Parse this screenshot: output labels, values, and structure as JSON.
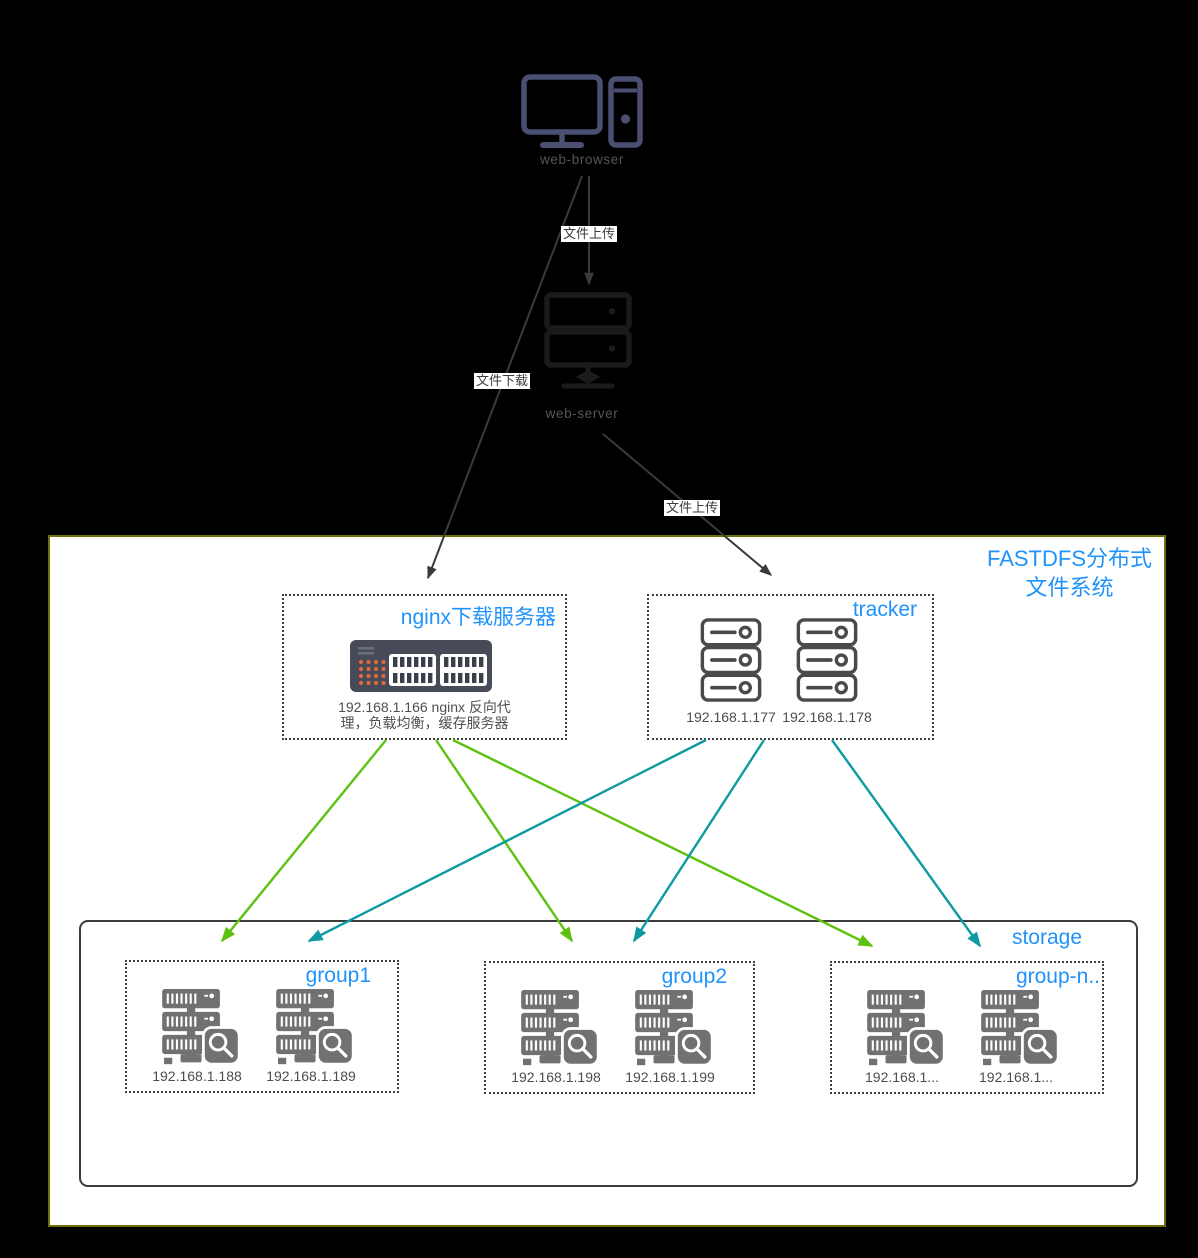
{
  "colors": {
    "background": "#000000",
    "panel_bg": "#ffffff",
    "panel_border": "#6e6e0a",
    "accent_blue": "#1f93fb",
    "arrow_dark": "#3a3a3a",
    "arrow_green": "#5cc20f",
    "arrow_teal": "#0d9aa0",
    "icon_slate": "#4b4f72",
    "server_gray": "#717171",
    "switch_body": "#474b58",
    "switch_dots": "#e0683c"
  },
  "nodes": {
    "web_browser": {
      "label": "web-browser"
    },
    "web_server": {
      "label": "web-server"
    }
  },
  "edges": {
    "upload_browser_label": "文件上传",
    "download_label": "文件下载",
    "upload_server_label": "文件上传"
  },
  "system": {
    "title_line1": "FASTDFS分布式",
    "title_line2": "文件系统"
  },
  "nginx": {
    "title": "nginx下载服务器",
    "caption": "192.168.1.166 nginx 反向代理，负载均衡，缓存服务器"
  },
  "tracker": {
    "title": "tracker",
    "servers": [
      {
        "ip": "192.168.1.177"
      },
      {
        "ip": "192.168.1.178"
      }
    ]
  },
  "storage": {
    "title": "storage",
    "groups": [
      {
        "name": "group1",
        "servers": [
          {
            "ip": "192.168.1.188"
          },
          {
            "ip": "192.168.1.189"
          }
        ]
      },
      {
        "name": "group2",
        "servers": [
          {
            "ip": "192.168.1.198"
          },
          {
            "ip": "192.168.1.199"
          }
        ]
      },
      {
        "name": "group-n..",
        "servers": [
          {
            "ip": "192.168.1..."
          },
          {
            "ip": "192.168.1..."
          }
        ]
      }
    ]
  }
}
